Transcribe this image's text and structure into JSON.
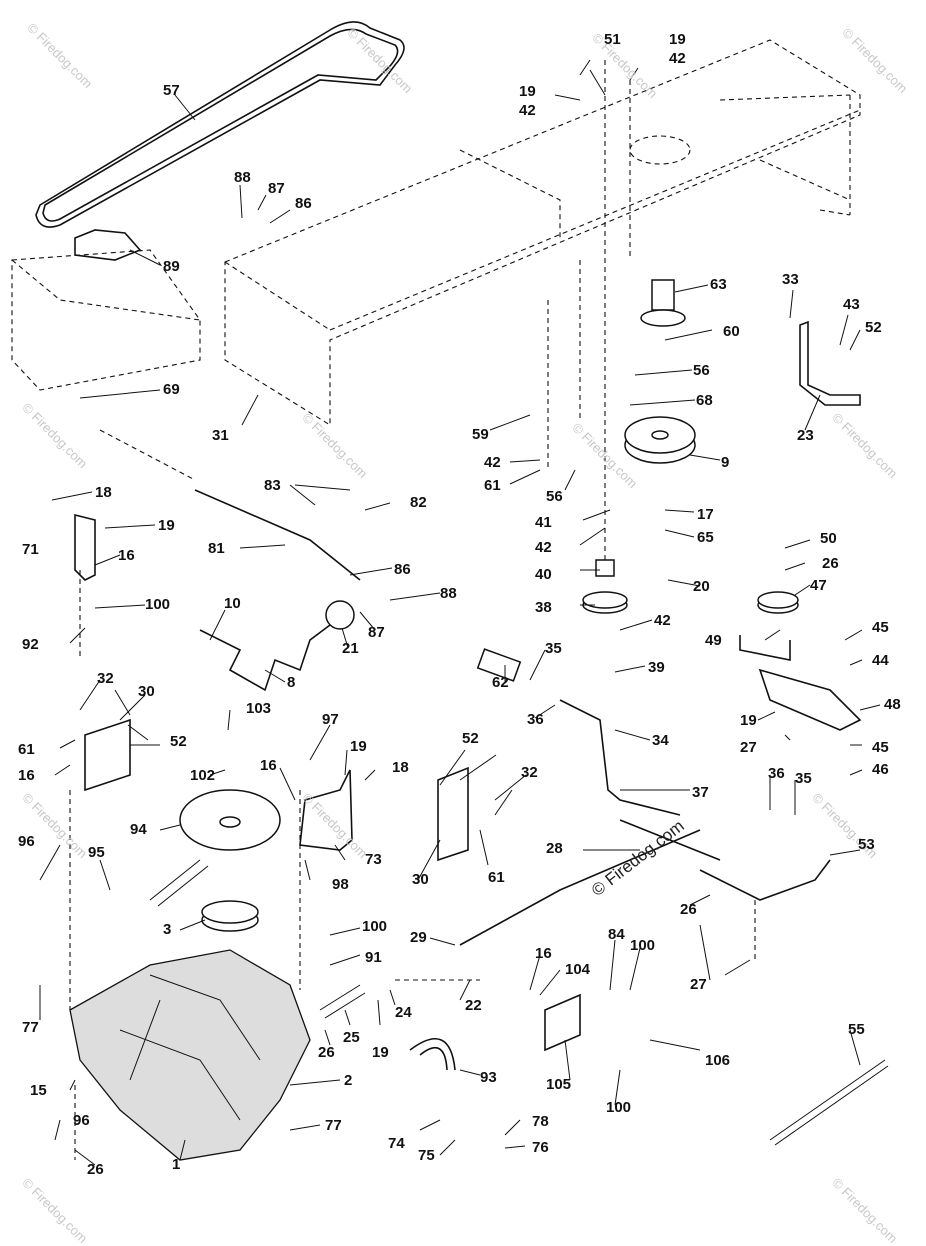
{
  "watermark": "© Firedog.com",
  "copyright": "© Firedog.com",
  "labels": [
    "57",
    "88",
    "87",
    "86",
    "89",
    "69",
    "31",
    "51",
    "19",
    "42",
    "19",
    "42",
    "63",
    "60",
    "56",
    "68",
    "59",
    "42",
    "61",
    "56",
    "9",
    "41",
    "17",
    "42",
    "65",
    "40",
    "20",
    "38",
    "42",
    "39",
    "33",
    "43",
    "52",
    "23",
    "18",
    "19",
    "71",
    "16",
    "100",
    "92",
    "83",
    "82",
    "81",
    "86",
    "88",
    "87",
    "10",
    "21",
    "8",
    "62",
    "35",
    "36",
    "34",
    "37",
    "35",
    "36",
    "50",
    "26",
    "47",
    "49",
    "45",
    "44",
    "48",
    "19",
    "27",
    "45",
    "46",
    "32",
    "30",
    "61",
    "16",
    "52",
    "103",
    "102",
    "94",
    "97",
    "19",
    "18",
    "16",
    "73",
    "98",
    "32",
    "52",
    "30",
    "61",
    "96",
    "95",
    "3",
    "100",
    "91",
    "77",
    "15",
    "25",
    "26",
    "19",
    "24",
    "2",
    "96",
    "26",
    "1",
    "77",
    "28",
    "29",
    "22",
    "26",
    "27",
    "53",
    "16",
    "104",
    "84",
    "100",
    "105",
    "106",
    "100",
    "93",
    "74",
    "75",
    "78",
    "76",
    "55"
  ]
}
